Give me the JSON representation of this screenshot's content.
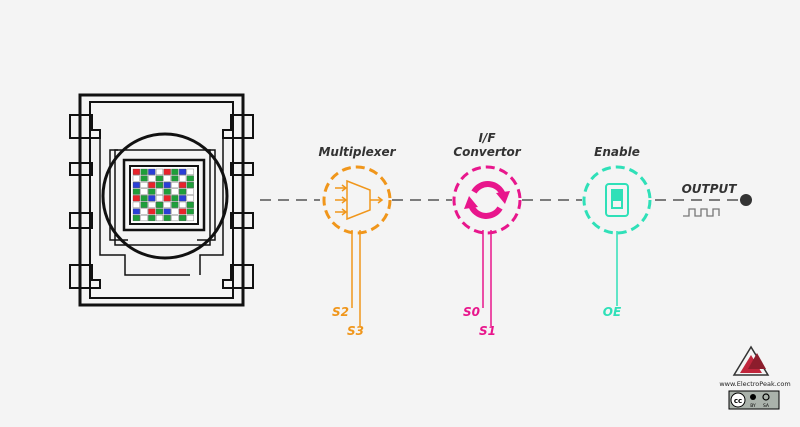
{
  "stages": {
    "multiplexer": {
      "label": "Multiplexer",
      "color": "#f0961b",
      "icon": "multiplexer-icon"
    },
    "converter": {
      "label_line1": "I/F",
      "label_line2": "Convertor",
      "color": "#e8168c",
      "icon": "refresh-cycle-icon"
    },
    "enable": {
      "label": "Enable",
      "color": "#2fe0b8",
      "icon": "switch-icon"
    }
  },
  "output": {
    "label": "OUTPUT",
    "icon": "square-wave-icon"
  },
  "signals": {
    "s2": "S2",
    "s3": "S3",
    "s0": "S0",
    "s1": "S1",
    "oe": "OE"
  },
  "sensor": {
    "icon": "color-sensor-chip-icon"
  },
  "branding": {
    "site": "www.ElectroPeak.com",
    "logo_icon": "electropeak-logo-icon",
    "license_icon": "cc-by-sa-icon",
    "license_cc": "cc",
    "license_by": "BY",
    "license_sa": "SA"
  }
}
